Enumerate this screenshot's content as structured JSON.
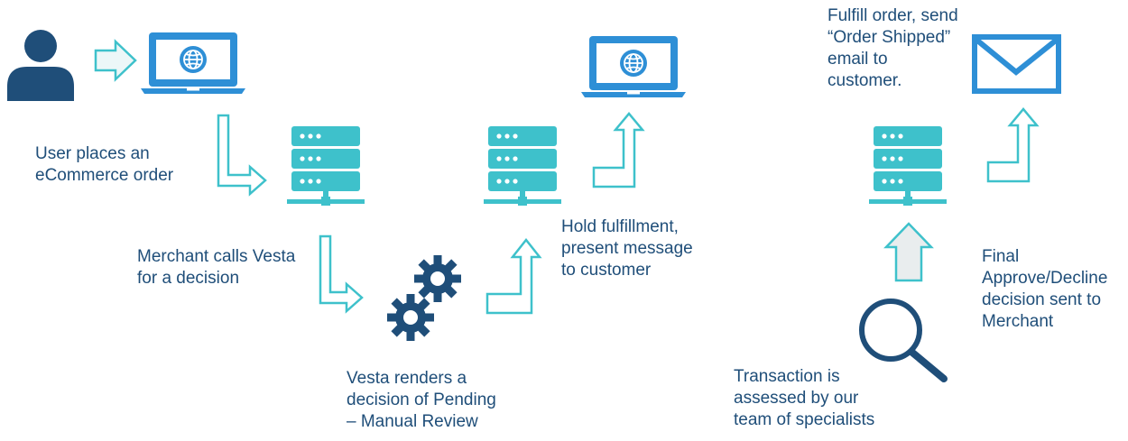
{
  "colors": {
    "navy": "#1f4e79",
    "blue": "#2e8fd6",
    "teal": "#3ec1cb",
    "arrow_fill": "#ecf7f8",
    "arrow_grey": "#e9edee"
  },
  "icons": {
    "user": "user-icon",
    "laptop": "laptop-globe-icon",
    "server": "server-icon",
    "gears": "gears-icon",
    "search": "magnifier-icon",
    "email": "envelope-icon"
  },
  "steps": {
    "user_places_order": "User places an\neCommerce order",
    "merchant_calls": "Merchant calls Vesta\nfor a decision",
    "vesta_renders": "Vesta renders a\ndecision of Pending\n– Manual Review",
    "hold_fulfillment": "Hold fulfillment,\npresent message\nto customer",
    "transaction_assessed": "Transaction is\nassessed by our\nteam of specialists",
    "final_decision": "Final\nApprove/Decline\ndecision sent to\nMerchant",
    "fulfill_order": "Fulfill order, send\n“Order Shipped”\nemail to\ncustomer."
  }
}
